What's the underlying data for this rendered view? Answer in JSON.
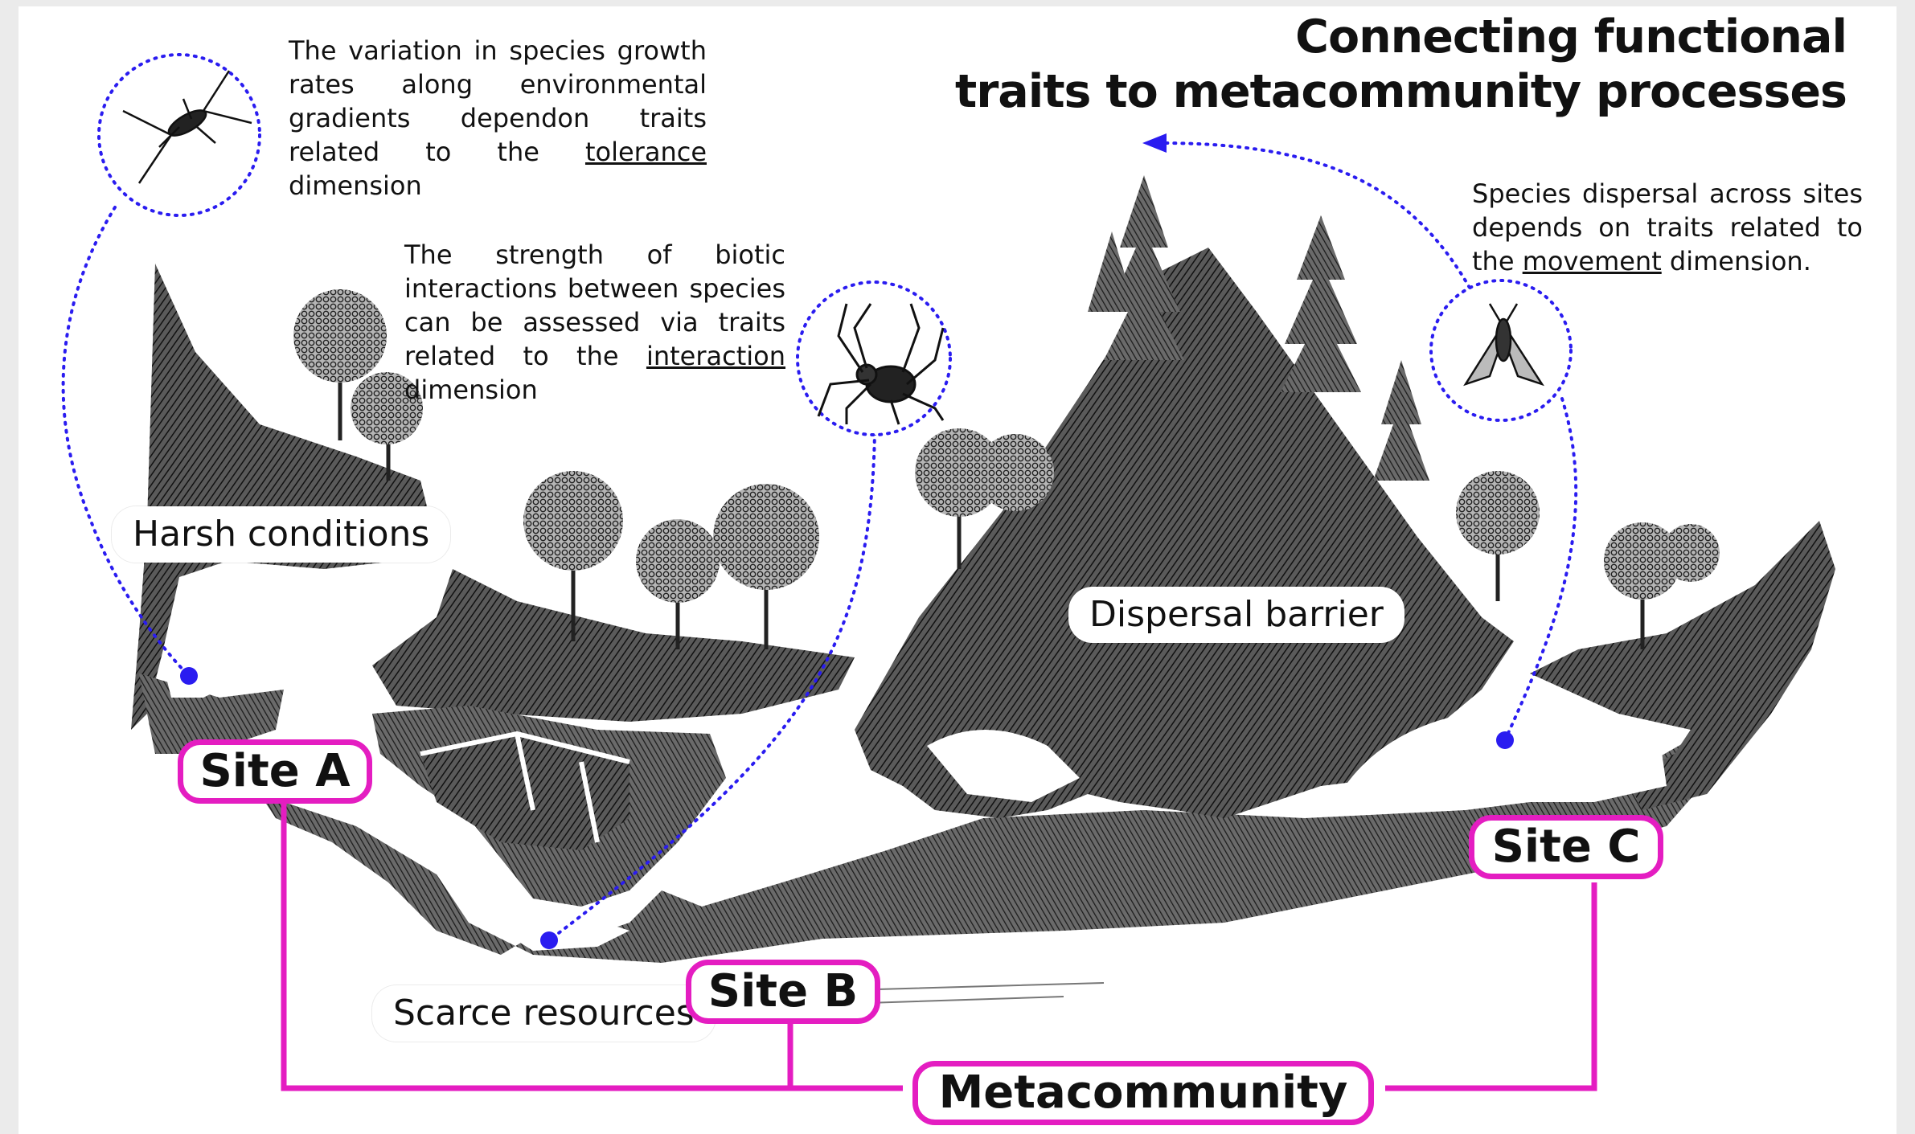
{
  "title": {
    "line1": "Connecting functional",
    "line2": "traits to metacommunity processes"
  },
  "notes": {
    "tolerance": {
      "text": "The variation in species growth rates along environmental gradients dependon traits related to the",
      "link": "tolerance",
      "suffix": " dimension"
    },
    "interaction": {
      "text": "The strength of biotic interactions between species can be assessed via traits related to the",
      "link": "interaction",
      "suffix": " dimension"
    },
    "movement": {
      "text": "Species dispersal across sites depends on traits related to the",
      "link": "movement",
      "suffix": " dimension."
    }
  },
  "labels": {
    "harsh": "Harsh conditions",
    "scarce": "Scarce resources",
    "barrier": "Dispersal barrier"
  },
  "sites": {
    "a": "Site A",
    "b": "Site B",
    "c": "Site C",
    "meta": "Metacommunity"
  },
  "icons": {
    "tolerance": "insect-icon",
    "interaction": "spider-icon",
    "movement": "moth-icon"
  },
  "colors": {
    "accent": "#e41dc1",
    "connector": "#2a1cf0",
    "ink": "#111111"
  }
}
